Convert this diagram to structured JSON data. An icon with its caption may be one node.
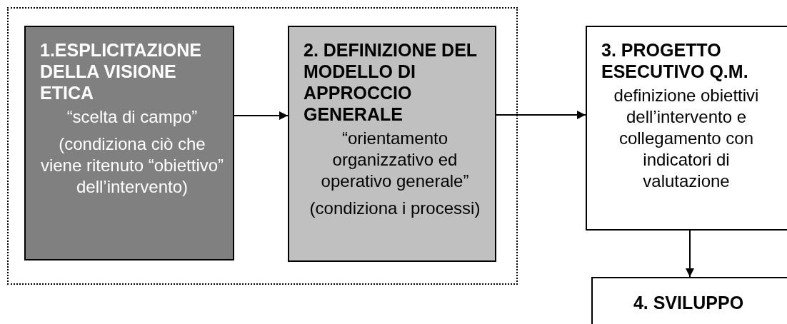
{
  "diagram": {
    "nodes": [
      {
        "text": [],
        "shape": "box"
      },
      {
        "text": [
          "1.ESPLICITAZIONE DELLA VISIONE ETICA",
          "“scelta di campo”",
          "(condiziona ciò che viene ritenuto “obiettivo” dell’intervento)"
        ],
        "in": 0
      },
      {
        "text": [
          "2. DEFINIZIONE DEL MODELLO DI APPROCCIO GENERALE",
          "“orientamento organizzativo ed operativo generale”",
          "(condiziona i processi)"
        ],
        "in": 0
      },
      {
        "text": [
          "3. PROGETTO ESECUTIVO Q.M.",
          "definizione obiettivi dell’intervento e collegamento con indicatori di valutazione"
        ]
      },
      {
        "text": [
          "4. SVILUPPO"
        ]
      }
    ],
    "edges": [
      {
        "from": 1,
        "to": 2,
        "arrow": "to"
      },
      {
        "from": 2,
        "to": 3,
        "arrow": "to"
      },
      {
        "from": 3,
        "to": 4,
        "arrow": "to"
      }
    ]
  }
}
